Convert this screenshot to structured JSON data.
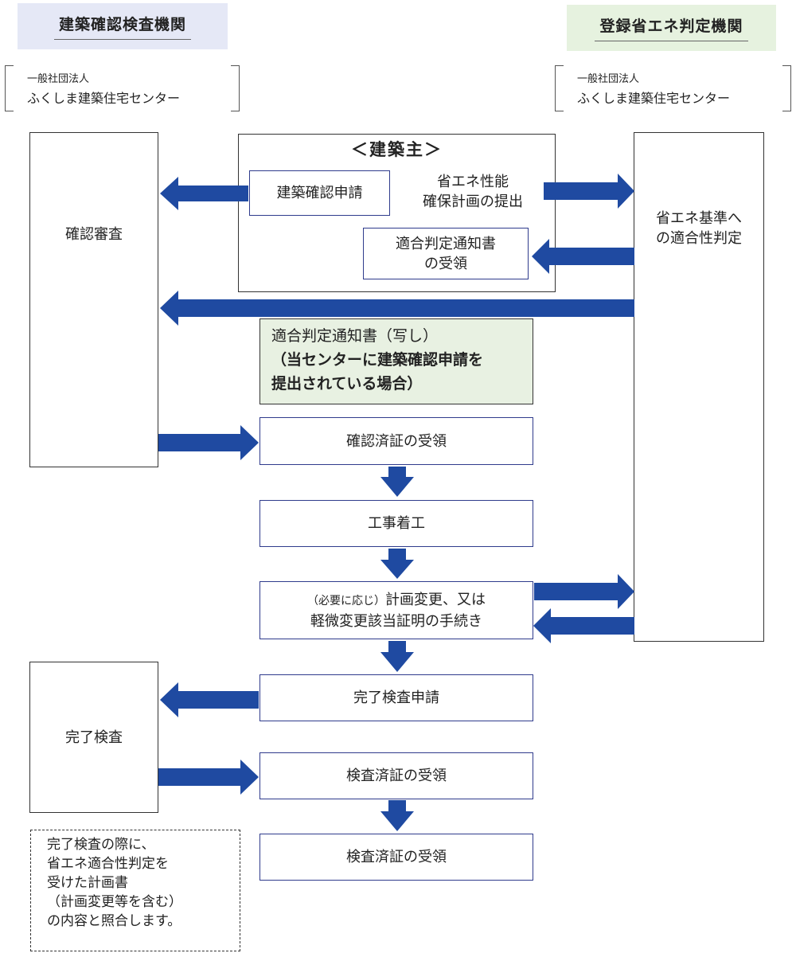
{
  "headers": {
    "left": "建築確認検査機関",
    "right": "登録省エネ判定機関",
    "left_bg": "#e5e8f6",
    "right_bg": "#e6f2df"
  },
  "orgs": {
    "left": {
      "line1": "一般社団法人",
      "line2": "ふくしま建築住宅センター"
    },
    "right": {
      "line1": "一般社団法人",
      "line2": "ふくしま建築住宅センター"
    }
  },
  "left_boxes": {
    "review": "確認審査",
    "completion": "完了検査"
  },
  "right_box": {
    "line1": "省エネ基準へ",
    "line2": "の適合性判定"
  },
  "owner": {
    "title": "＜建築主＞",
    "apply": "建築確認申請",
    "submit_line1": "省エネ性能",
    "submit_line2": "確保計画の提出",
    "receive_line1": "適合判定通知書",
    "receive_line2": "の受領"
  },
  "note": {
    "line1": "適合判定通知書（写し）",
    "line2": "（当センターに建築確認申請を",
    "line3": "提出されている場合）"
  },
  "steps": {
    "s1": "確認済証の受領",
    "s2": "工事着工",
    "s3_small": "（必要に応じ）",
    "s3_a": "計画変更、又は",
    "s3_b": "軽微変更該当証明の手続き",
    "s4": "完了検査申請",
    "s5": "検査済証の受領",
    "s6": "検査済証の受領"
  },
  "dashed_note": {
    "l1": "完了検査の際に、",
    "l2": "省エネ適合性判定を",
    "l3": "受けた計画書",
    "l4": "（計画変更等を含む）",
    "l5": "の内容と照合します。"
  },
  "colors": {
    "arrow": "#1f4aa1",
    "note_bg": "#e8f1e2"
  }
}
